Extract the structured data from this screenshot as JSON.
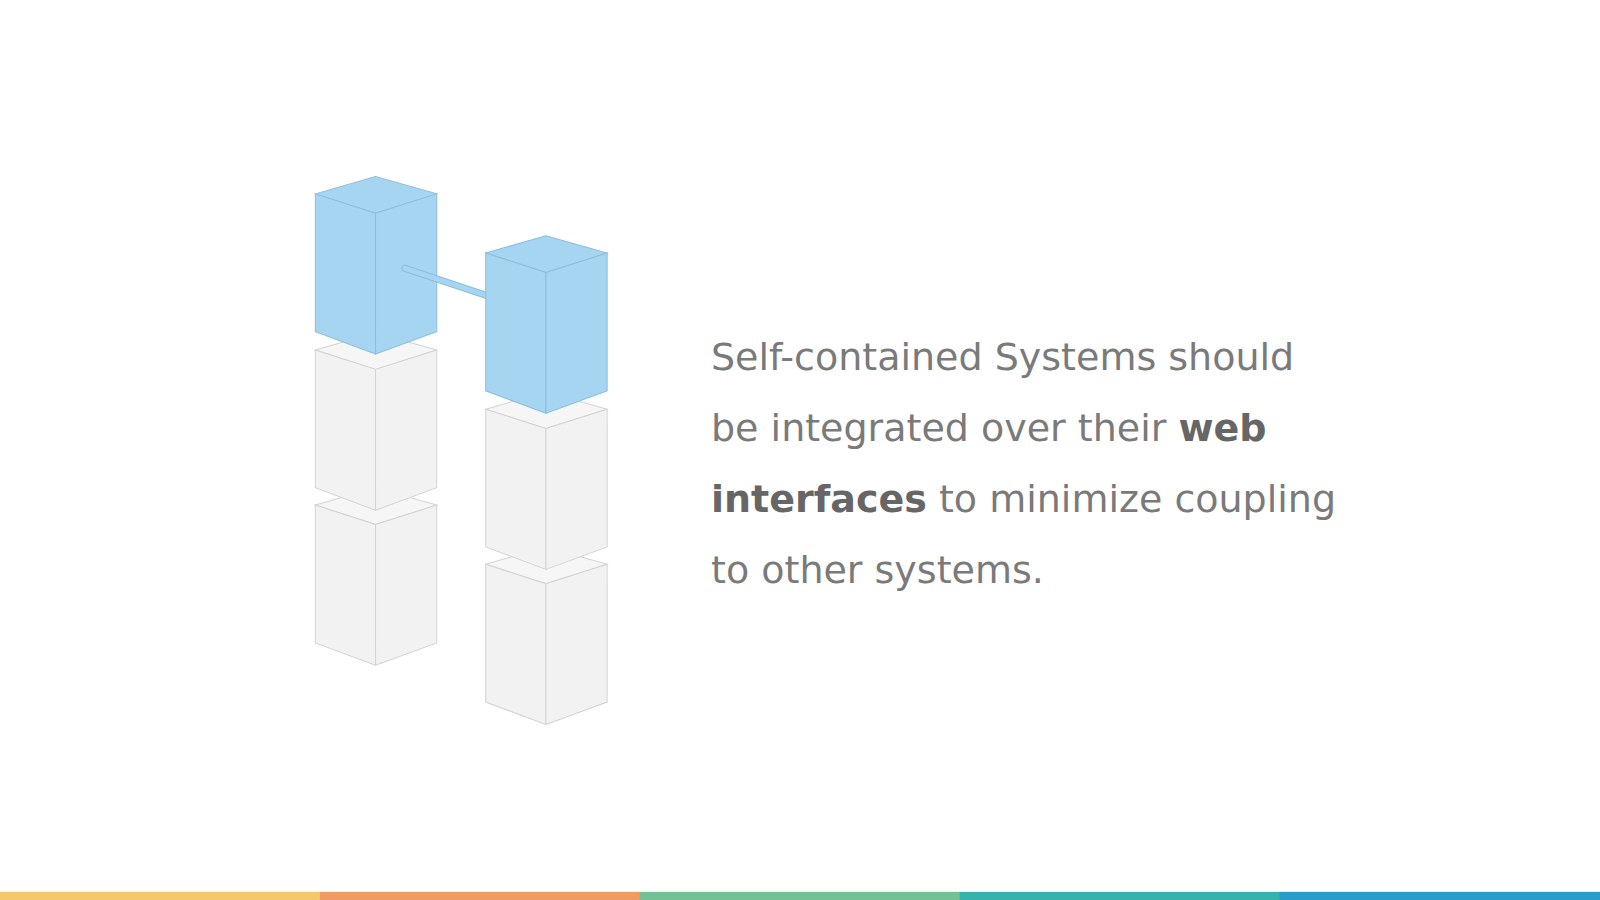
{
  "diagram": {
    "labels": [
      "Self-contained Systems should be integrated over their",
      "web interfaces",
      "to minimize coupling to other systems."
    ]
  }
}
